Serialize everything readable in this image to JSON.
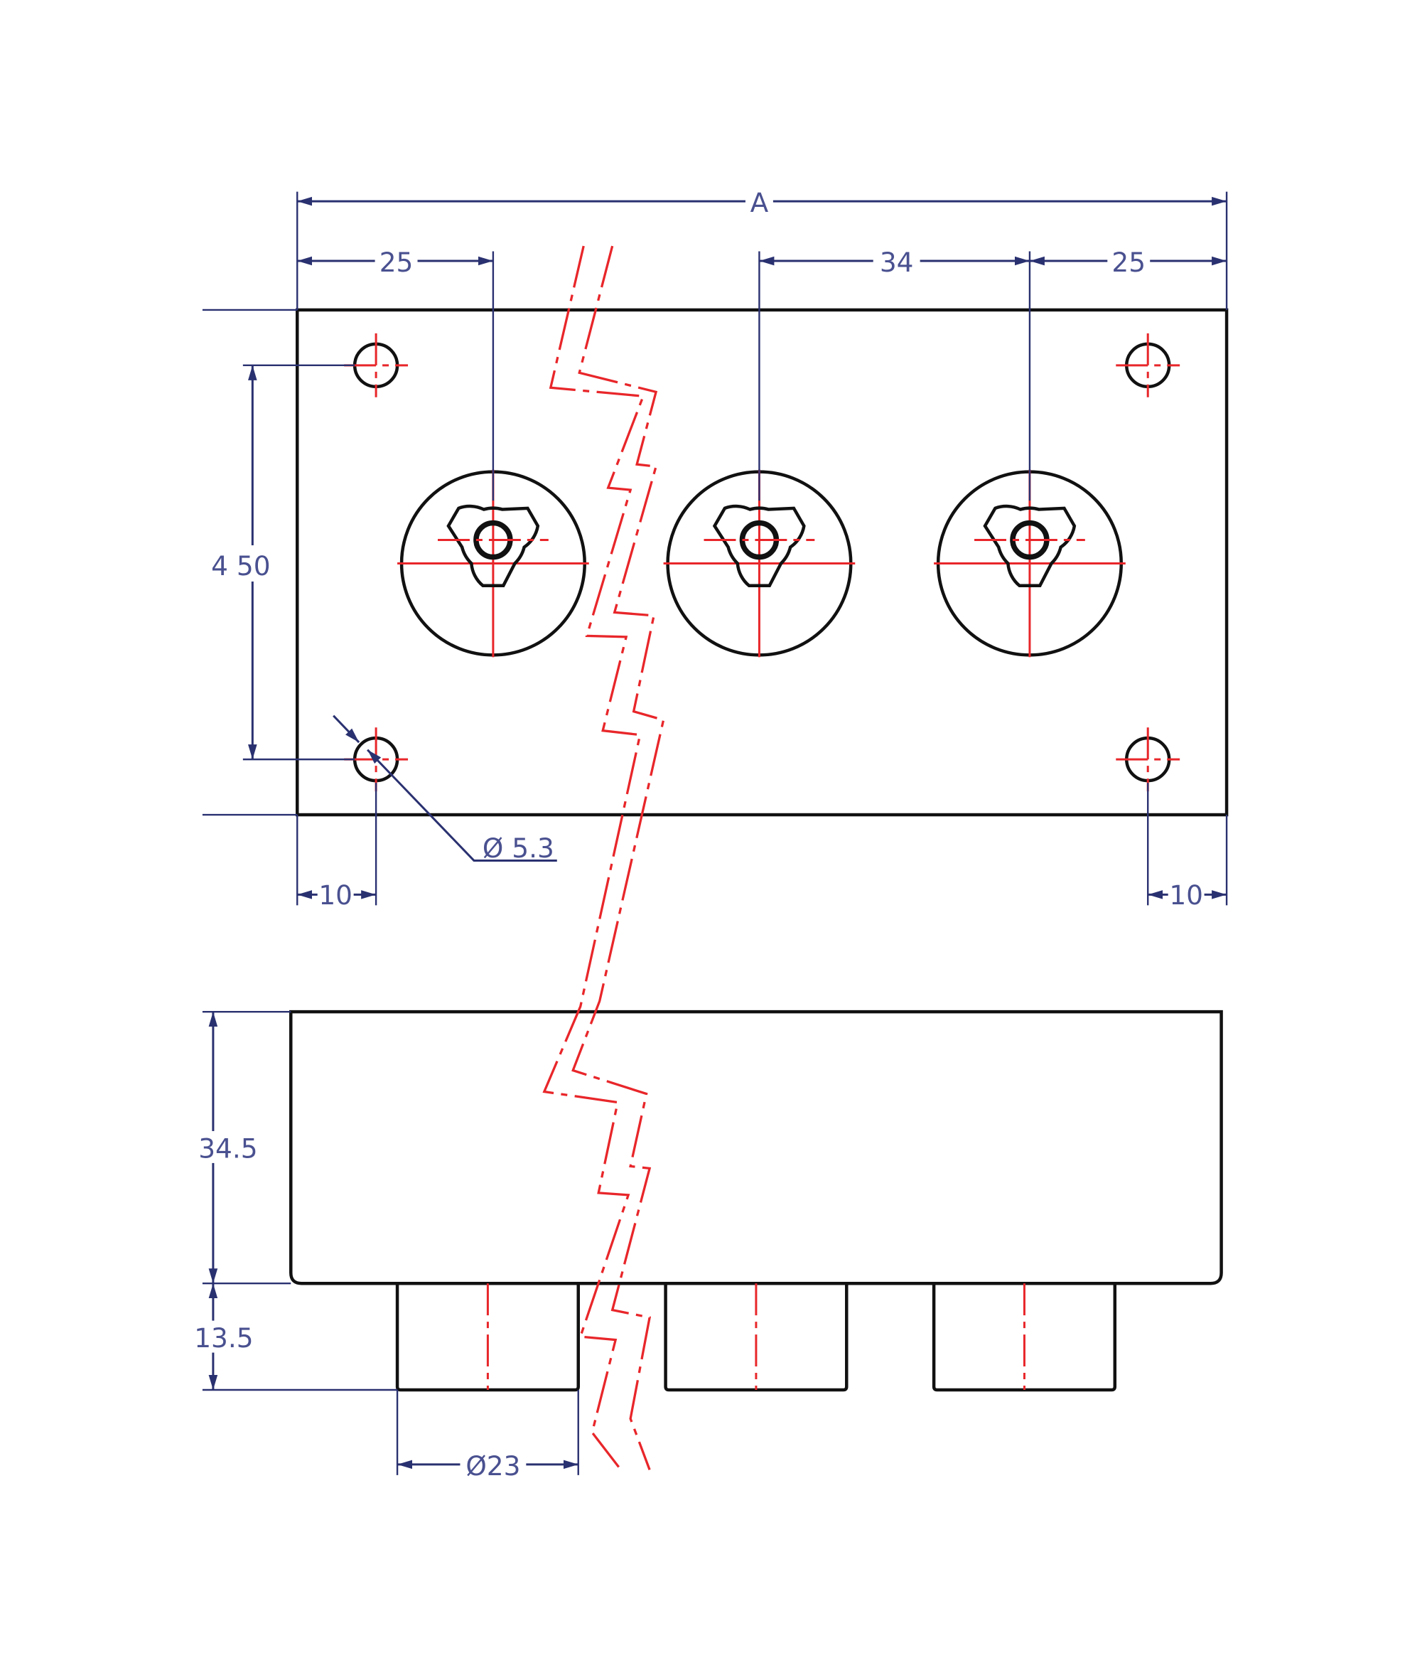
{
  "drawing": {
    "colors": {
      "outline": "#111111",
      "dimension": "#2a3170",
      "centerline": "#e8262a",
      "text": "#4a5190"
    },
    "top_view": {
      "dimensions": {
        "overall_length": "A",
        "left_edge_to_first_port": "25",
        "port_pitch": "34",
        "last_port_to_right_edge": "25",
        "mounting_hole_spacing": "4 50",
        "left_hole_offset": "10",
        "right_hole_offset": "10",
        "mounting_hole_diameter": "Ø 5.3"
      }
    },
    "front_view": {
      "dimensions": {
        "body_height": "34.5",
        "boss_height": "13.5",
        "boss_diameter": "Ø23"
      }
    }
  }
}
